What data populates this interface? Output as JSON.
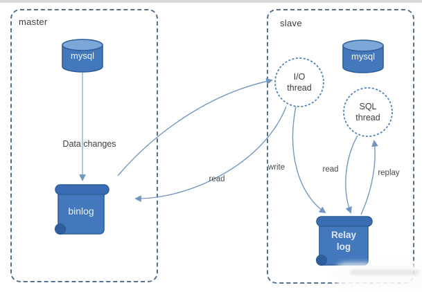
{
  "diagram": {
    "title_hint": "MySQL master-slave replication diagram",
    "master": {
      "box_label": "master",
      "database_label": "mysql",
      "data_changes_label": "Data changes",
      "binlog_label": "binlog"
    },
    "slave": {
      "box_label": "slave",
      "database_label": "mysql",
      "io_thread_label": "I/O thread",
      "sql_thread_label": "SQL thread",
      "relay_log_label": "Relay log"
    },
    "edges": {
      "read_binlog_label": "read",
      "write_label": "write",
      "read_relay_label": "read",
      "replay_label": "replay"
    },
    "colors": {
      "box_border": "#53718f",
      "cylinder_body": "#4478bd",
      "cylinder_top": "#7da7d9",
      "cylinder_stroke": "#2e5e99",
      "scroll_body": "#4478bd",
      "scroll_bar": "#3a6db3",
      "scroll_stroke": "#2e5e99",
      "circle_stroke": "#4f81bd",
      "arrow": "#7296c4",
      "label_text": "#3d3d3d"
    }
  }
}
